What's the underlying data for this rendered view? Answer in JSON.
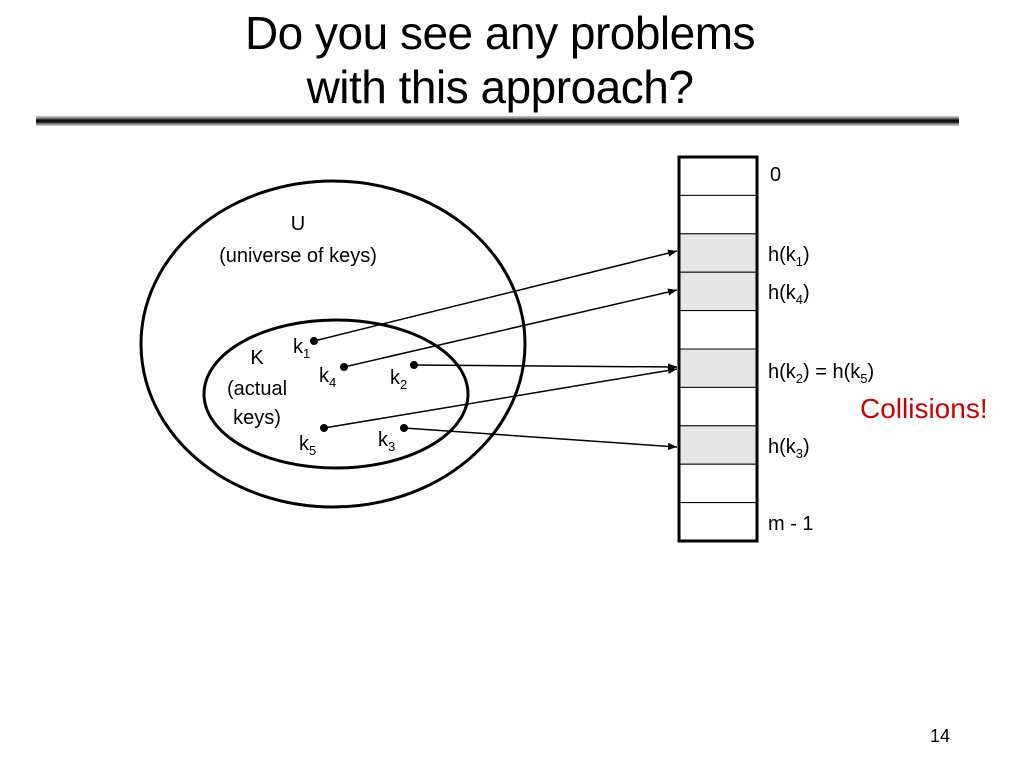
{
  "slide": {
    "title_line1": "Do you see any problems",
    "title_line2": "with this approach?",
    "page_number": "14"
  },
  "universe": {
    "letter": "U",
    "caption": "(universe of keys)"
  },
  "actual_keys": {
    "letter": "K",
    "caption_line1": "(actual",
    "caption_line2": "keys)"
  },
  "keys": [
    {
      "base": "k",
      "sub": "1"
    },
    {
      "base": "k",
      "sub": "4"
    },
    {
      "base": "k",
      "sub": "2"
    },
    {
      "base": "k",
      "sub": "5"
    },
    {
      "base": "k",
      "sub": "3"
    }
  ],
  "table": {
    "slot_count": 10,
    "highlighted_slots": [
      2,
      3,
      5,
      7
    ],
    "highlight_color": "#e6e6e6",
    "labels": {
      "first": "0",
      "hk1": {
        "pre": "h(k",
        "sub": "1",
        "post": ")"
      },
      "hk4": {
        "pre": "h(k",
        "sub": "4",
        "post": ")"
      },
      "hk2_eq_hk5": {
        "pre": "h(k",
        "sub1": "2",
        "mid": ") = h(k",
        "sub2": "5",
        "post": ")"
      },
      "hk3": {
        "pre": "h(k",
        "sub": "3",
        "post": ")"
      },
      "last": "m - 1"
    }
  },
  "callout": {
    "text": "Collisions!",
    "color": "#cc0000"
  }
}
